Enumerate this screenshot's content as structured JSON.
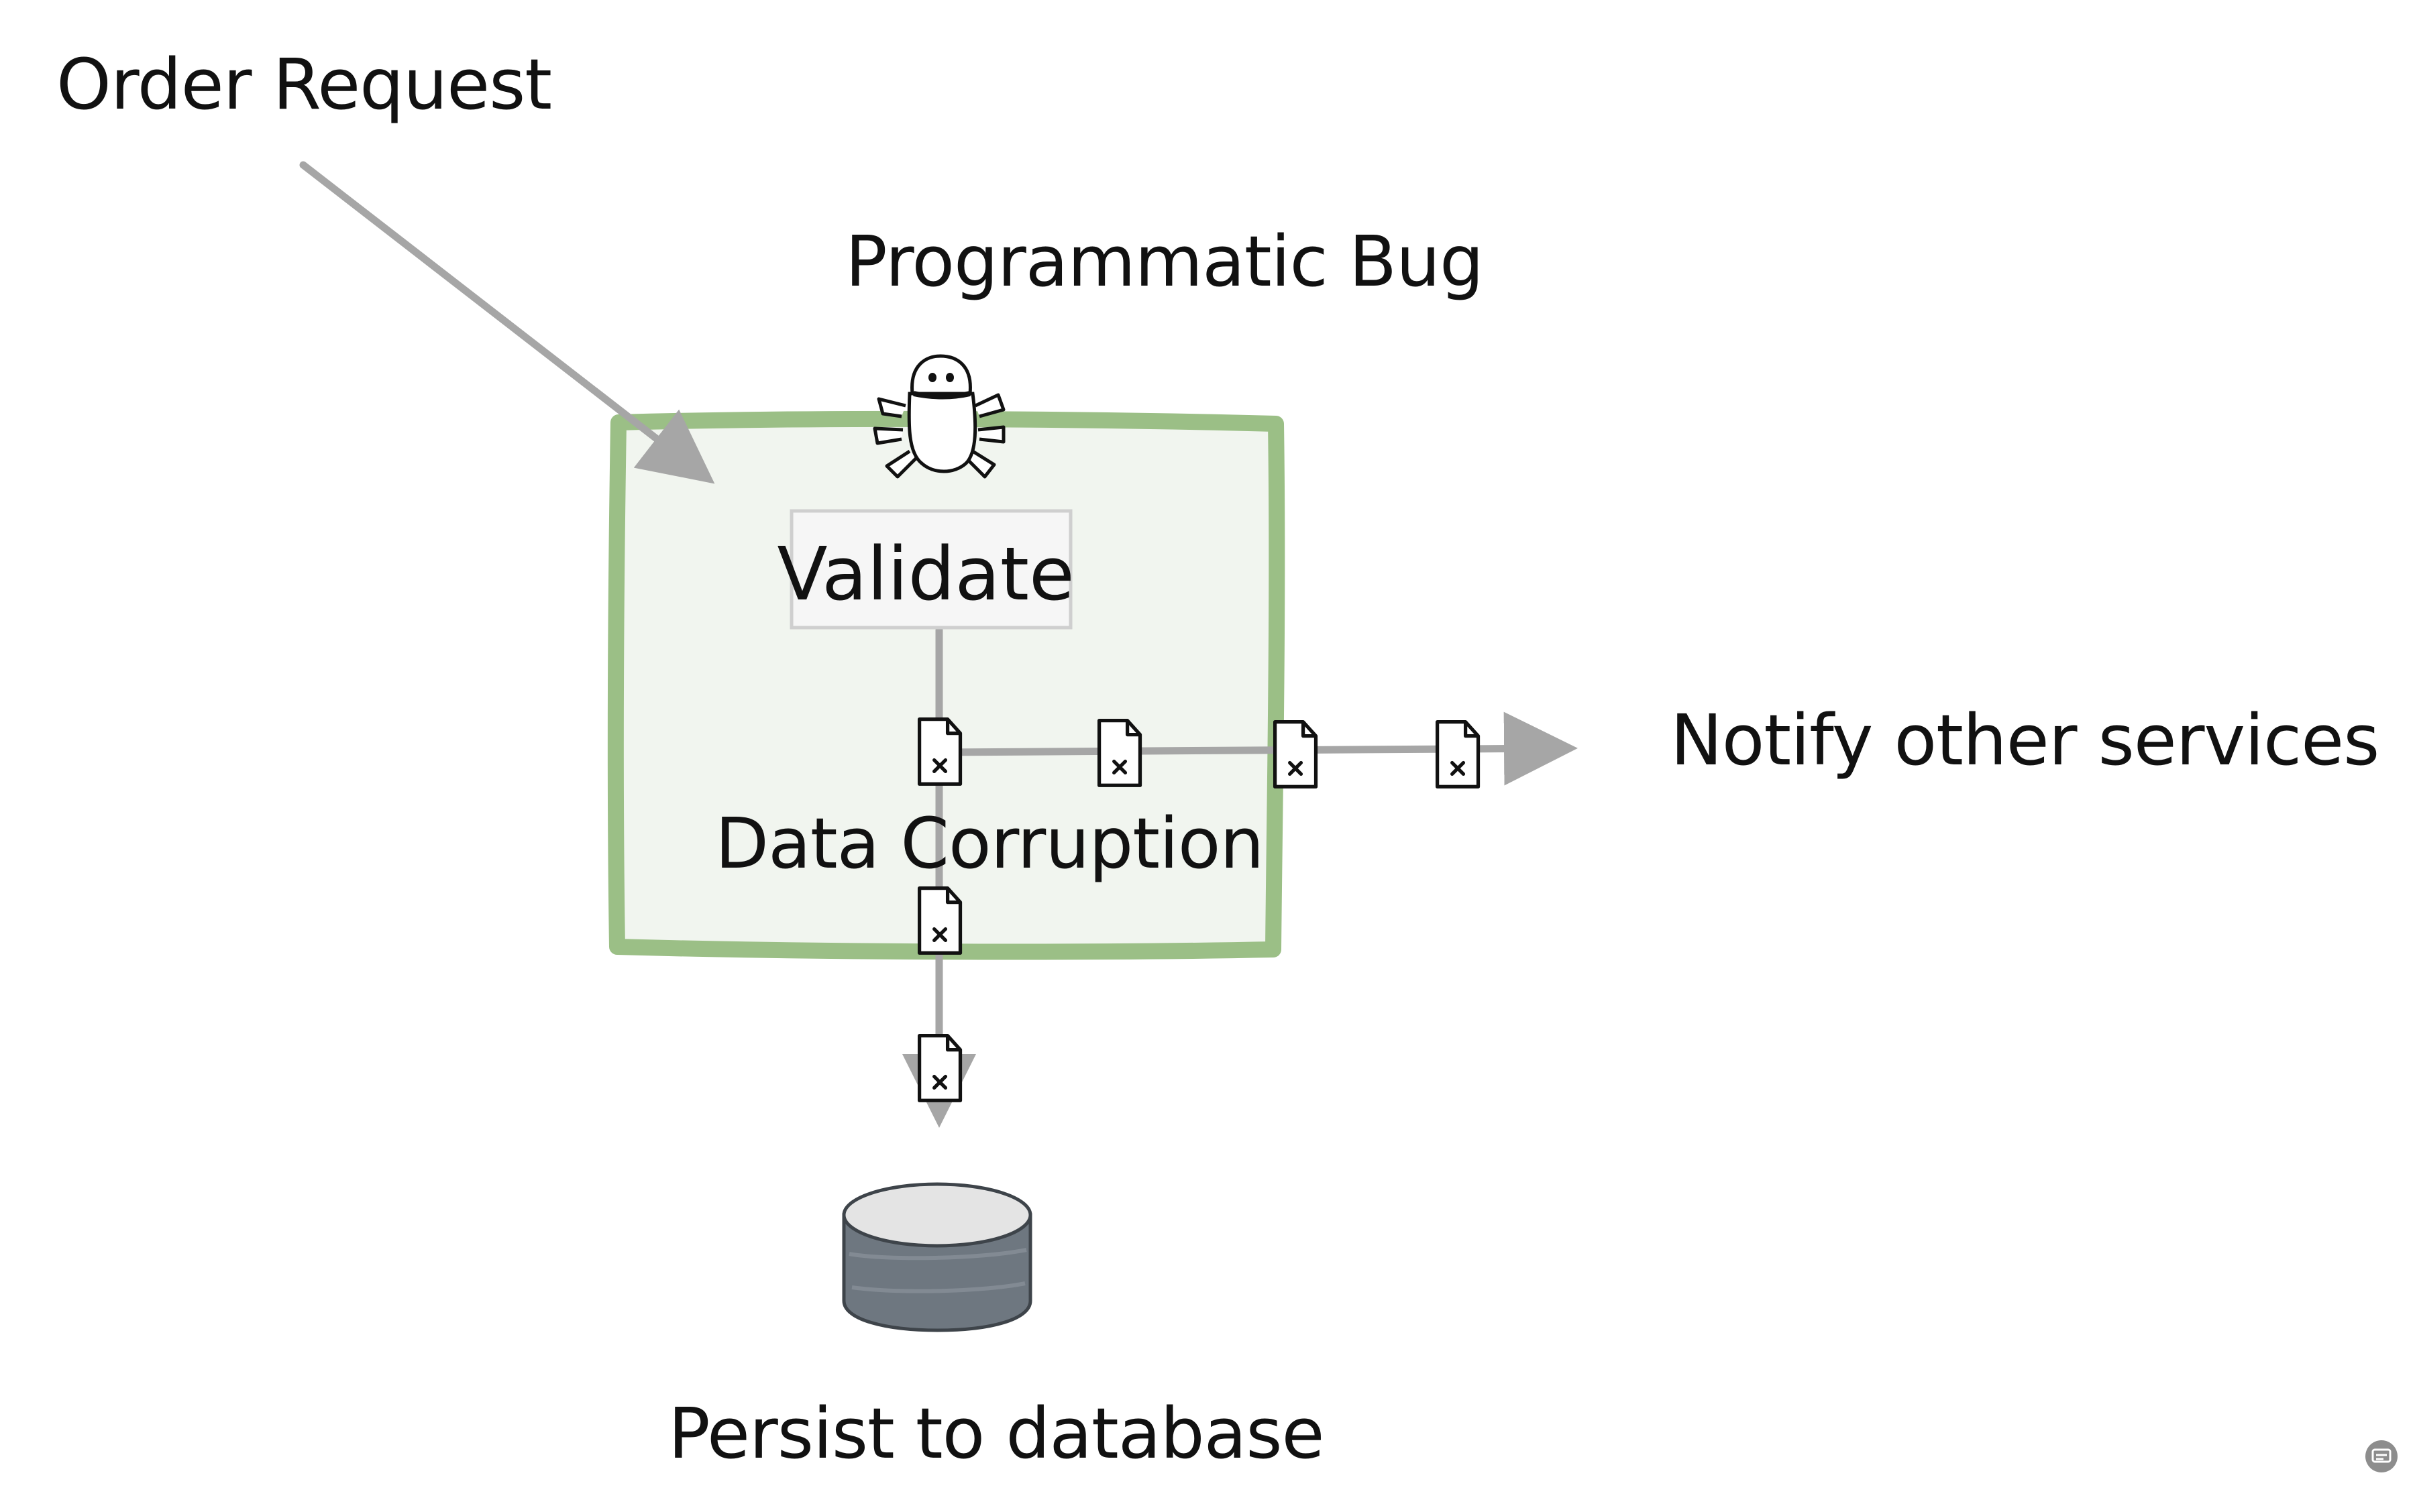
{
  "diagram": {
    "labels": {
      "order_request": "Order Request",
      "programmatic_bug": "Programmatic Bug",
      "validate": "Validate",
      "data_corruption": "Data Corruption",
      "notify_other_services": "Notify other services",
      "persist_to_database": "Persist to database"
    },
    "colors": {
      "background": "#ffffff",
      "container_border": "#9bbf86",
      "container_fill": "#f1f5ef",
      "arrow": "#a6a6a6",
      "validate_box_fill": "#f6f6f6",
      "validate_box_border": "#cfcfcf",
      "database_top": "#e4e4e4",
      "database_body": "#6e7780",
      "text": "#111111"
    },
    "icons": {
      "bug": "bug-icon",
      "corrupted_file": "corrupted-file-icon",
      "database": "database-icon",
      "corner_button": "subtitles-icon"
    }
  }
}
